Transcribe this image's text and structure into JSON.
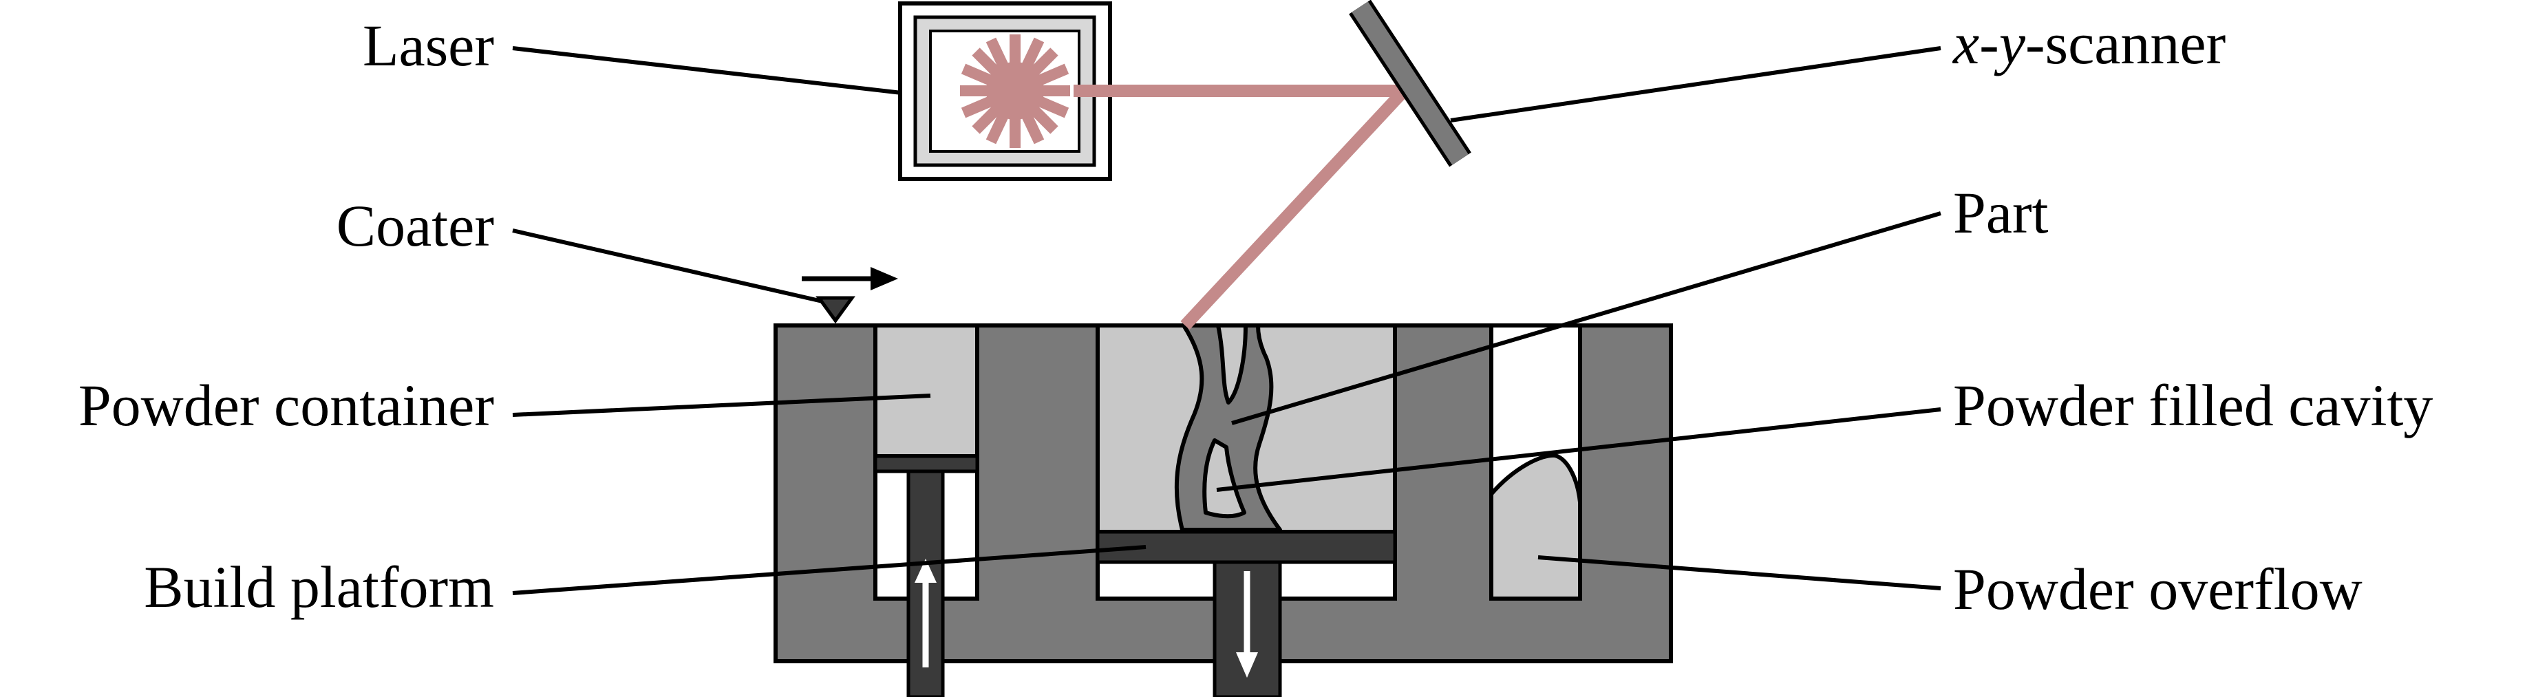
{
  "labels": {
    "laser": "Laser",
    "coater": "Coater",
    "powder_container": "Powder container",
    "build_platform": "Build platform",
    "scanner_x": "x",
    "scanner_dash1": "-",
    "scanner_y": "y",
    "scanner_rest": "-scanner",
    "part": "Part",
    "powder_filled_cavity": "Powder filled cavity",
    "powder_overflow": "Powder overflow"
  },
  "colors": {
    "housing": "#7a7a7a",
    "powder": "#c8c8c8",
    "dark": "#3a3a3a",
    "laser_beam": "#c48a8a",
    "laser_box": "#d8d8d8",
    "outline": "#000000"
  },
  "icons": {
    "coater_motion": "arrow-right-icon",
    "feed_piston_motion": "arrow-up-icon",
    "build_piston_motion": "arrow-down-icon"
  }
}
